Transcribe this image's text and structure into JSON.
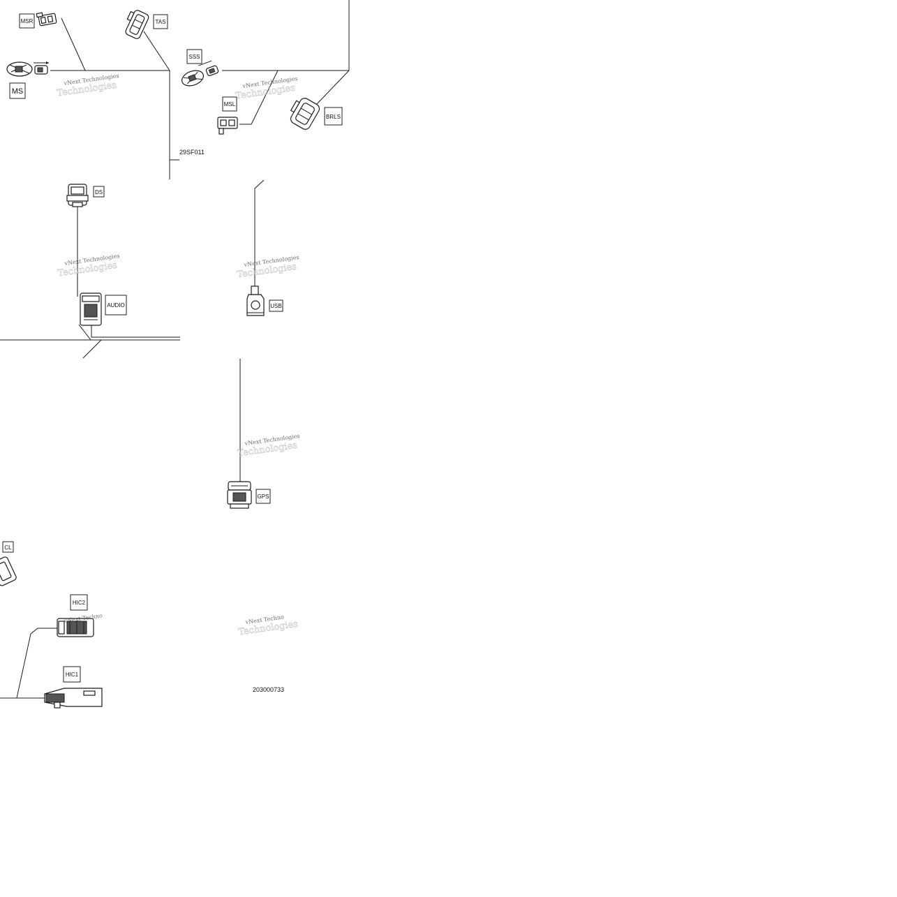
{
  "labels": {
    "msr": "MSR",
    "tas": "TAS",
    "sss": "SSS",
    "ms": "MS",
    "msl": "MSL",
    "brls": "BRLS",
    "ds": "DS",
    "audio": "AUDIO",
    "usb": "USB",
    "gps": "GPS",
    "cl": "CL",
    "hic2": "HIC2",
    "hic1": "HIC1"
  },
  "codes": {
    "top_section": "29SF011",
    "bottom_section": "203000733"
  },
  "watermark": {
    "brand": "vNext Technologies",
    "brand_short": "vNext Techno",
    "ghost": "Technologies"
  }
}
